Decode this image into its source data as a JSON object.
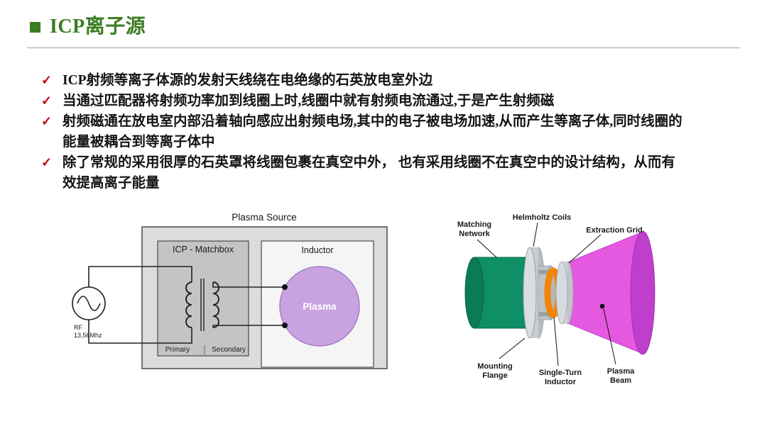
{
  "header": {
    "title": "ICP离子源"
  },
  "bullets": {
    "check": "✓",
    "items": [
      {
        "text": "ICP射频等离子体源的发射天线绕在电绝缘的石英放电室外边"
      },
      {
        "text": "当通过匹配器将射频功率加到线圈上时,线圈中就有射频电流通过,于是产生射频磁"
      },
      {
        "text": "射频磁通在放电室内部沿着轴向感应出射频电场,其中的电子被电场加速,从而产生等离子体,同时线圈的能量被耦合到等离子体中"
      },
      {
        "text": "除了常规的采用很厚的石英罩将线圈包裹在真空中外， 也有采用线圈不在真空中的设计结构，从而有效提高离子能量"
      }
    ]
  },
  "plasma_source_diagram": {
    "title": "Plasma Source",
    "matchbox_label": "ICP - Matchbox",
    "primary_label": "Primary",
    "secondary_label": "Secondary",
    "inductor_label": "Inductor",
    "plasma_label": "Plasma",
    "rf_label": "RF",
    "rf_frequency": "13,56Mhz"
  },
  "ion_source_diagram": {
    "matching_network": {
      "line1": "Matching",
      "line2": "Network"
    },
    "helmholtz_coils": "Helmholtz Coils",
    "extraction_grid": "Extraction Grid",
    "mounting_flange": {
      "line1": "Mounting",
      "line2": "Flange"
    },
    "single_turn_inductor": {
      "line1": "Single-Turn",
      "line2": "Inductor"
    },
    "plasma_beam": {
      "line1": "Plasma",
      "line2": "Beam"
    }
  },
  "colors": {
    "title_green": "#3b7d23",
    "check_red": "#c00000",
    "plasma_purple": "#c9a3e0",
    "cylinder_green": "#0f8f66",
    "inductor_orange": "#f28507",
    "beam_magenta": "#e558e0"
  }
}
